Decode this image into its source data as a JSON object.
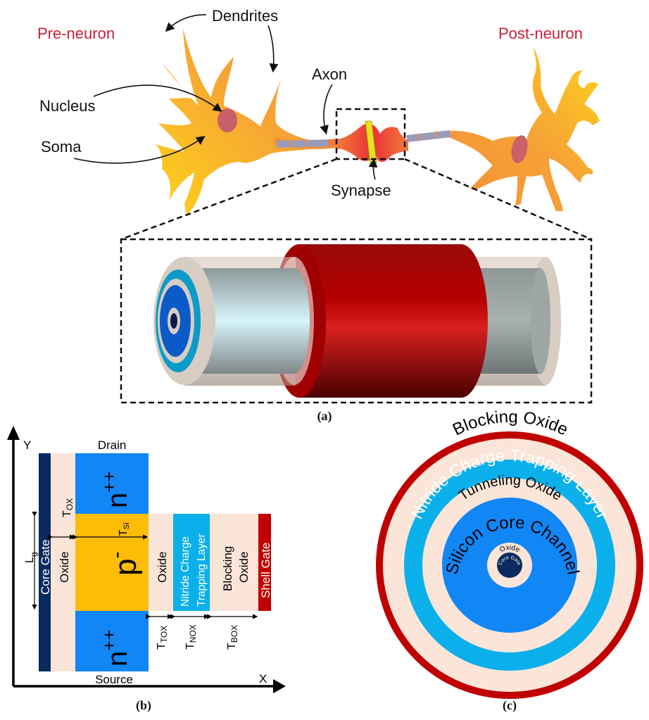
{
  "panel_a": {
    "caption": "(a)",
    "labels": {
      "pre_neuron": "Pre-neuron",
      "post_neuron": "Post-neuron",
      "dendrites": "Dendrites",
      "nucleus": "Nucleus",
      "soma": "Soma",
      "axon": "Axon",
      "synapse": "Synapse"
    },
    "colors": {
      "neuron_label": "#c8203a",
      "neuron_body_orange": "#f39a3a",
      "neuron_body_yellow": "#fdc51a",
      "nucleus": "#c9606a",
      "myelin": "#9a9bbb",
      "synapse_red": "#e8433a",
      "gate_red": "#b00000"
    }
  },
  "panel_b": {
    "caption": "(b)",
    "axis_x": "X",
    "axis_y": "Y",
    "drain": "Drain",
    "source": "Source",
    "regions": {
      "core_gate": "Core Gate",
      "oxide_inner": "Oxide",
      "n_top": "n",
      "n_top_sup": "++",
      "p_mid": "p",
      "p_mid_sup": "-",
      "n_bottom": "n",
      "n_bottom_sup": "++",
      "oxide_outer": "Oxide",
      "nitride_line1": "Nitride Charge",
      "nitride_line2": "Trapping Layer",
      "blocking_line1": "Blocking",
      "blocking_line2": "Oxide",
      "shell_gate": "Shell Gate"
    },
    "dimensions": {
      "lg": "L",
      "lg_sub": "g",
      "tox": "T",
      "tox_sub": "OX",
      "tsi": "T",
      "tsi_sub": "Si",
      "ttox": "T",
      "ttox_sub": "TOX",
      "tnox": "T",
      "tnox_sub": "NOX",
      "tbox": "T",
      "tbox_sub": "BOX"
    },
    "colors": {
      "core_gate": "#0b2a5e",
      "oxide": "#fbe5d8",
      "n_region": "#1186f5",
      "p_region": "#fdbc05",
      "nitride": "#0bb0ea",
      "shell_gate": "#c00000"
    }
  },
  "panel_c": {
    "caption": "(c)",
    "rings": {
      "shell_gate": "Shell Gate",
      "blocking_oxide": "Blocking Oxide",
      "nitride": "Nitride Charge Trapping Layer",
      "tunneling_oxide": "Tunneling Oxide",
      "silicon_channel": "Silicon Core Channel",
      "oxide": "Oxide",
      "core_gate": "Core Gate"
    }
  }
}
